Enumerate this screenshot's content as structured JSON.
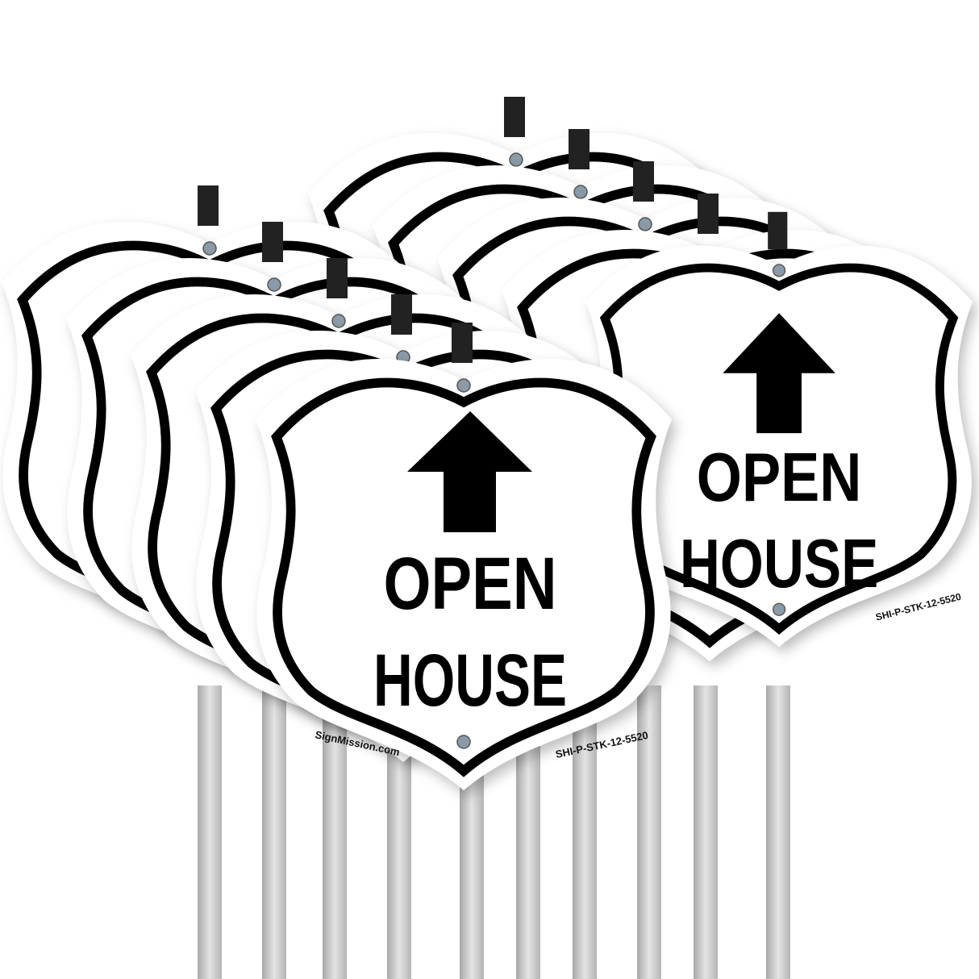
{
  "sign": {
    "line1": "OPEN",
    "line2": "HOUSE",
    "brand": "SignMission.com",
    "sku": "SHI-P-STK-12-5520",
    "arrow_icon": "arrow-up-icon",
    "shape": "shield"
  },
  "colors": {
    "sign_face": "#ffffff",
    "border": "#000000",
    "stake": "#c8c8c8",
    "clip": "#222222"
  },
  "sign_count_visible": 10
}
